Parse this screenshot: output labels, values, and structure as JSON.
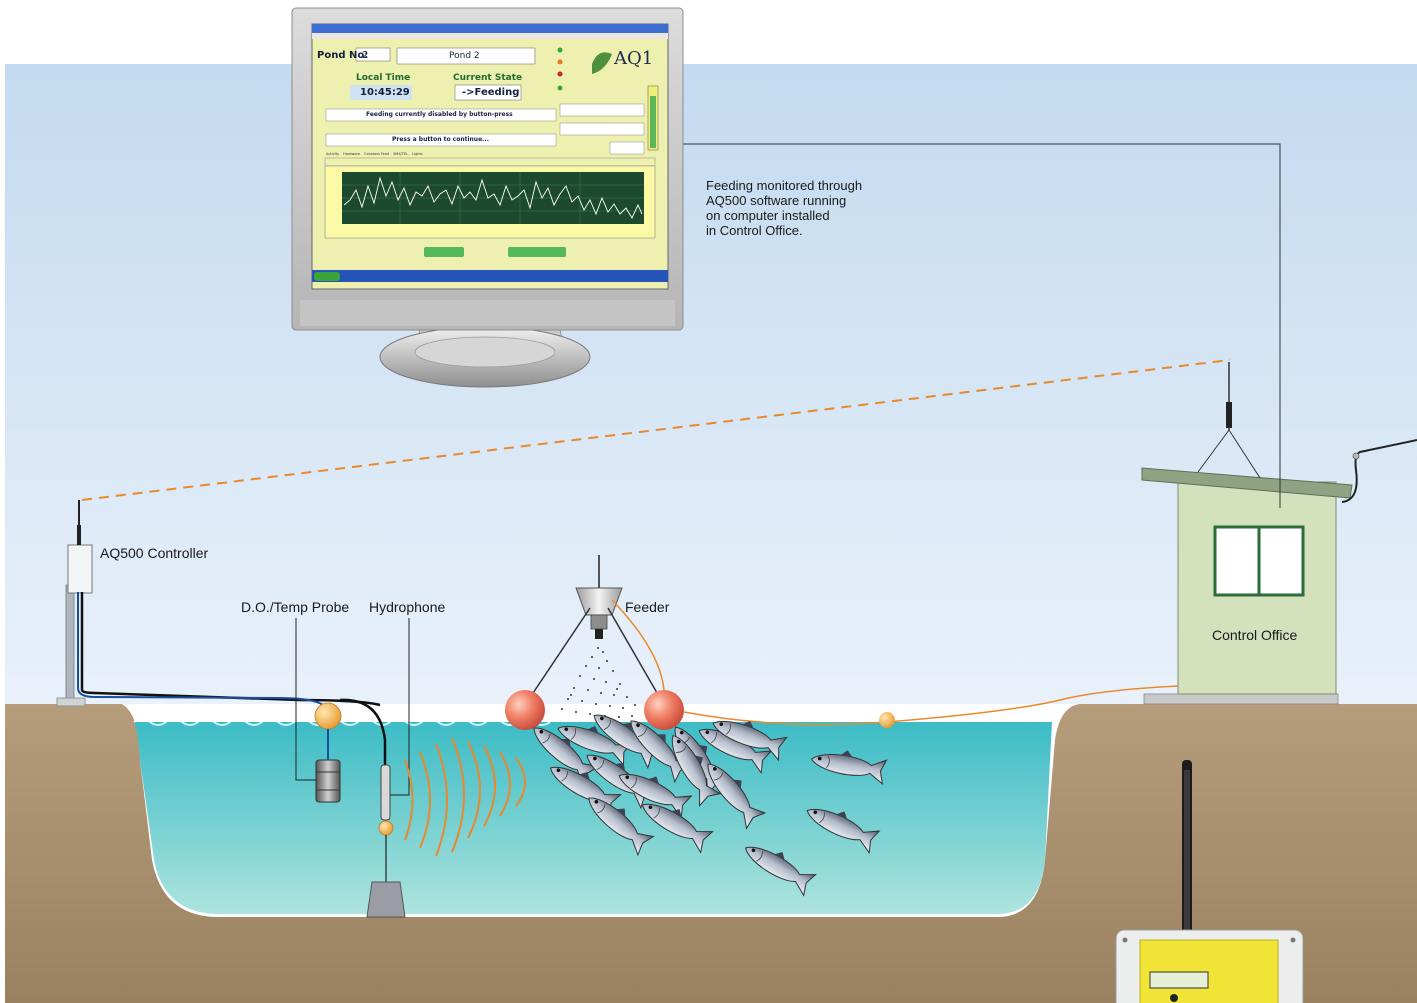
{
  "labels": {
    "controller": "AQ500 Controller",
    "probe": "D.O./Temp Probe",
    "hydrophone": "Hydrophone",
    "feeder": "Feeder",
    "office": "Control Office"
  },
  "note_lines": [
    "Feeding monitored through",
    "AQ500 software running",
    "on computer installed",
    "in Control Office."
  ],
  "screen": {
    "pond_no_label": "Pond No:",
    "pond_no_value": "2",
    "pond_name": "Pond 2",
    "local_time_label": "Local Time",
    "local_time_value": "10:45:29",
    "state_label": "Current State",
    "state_value": "->Feeding",
    "message_1": "Feeding currently disabled by button-press",
    "message_2": "Press a button to continue...",
    "logo": "AQ1",
    "tabs": [
      "Activity",
      "Hardware",
      "Constant Feed",
      "SMS/TEL",
      "Lights"
    ]
  },
  "colors": {
    "sky": "#c9def2",
    "ground": "#a8906f",
    "water": "#4ec4c8",
    "radio_link": "#e8892d",
    "office_wall": "#d4e1bd",
    "office_roof": "#8fa383",
    "screen_bg": "#f3f5b9",
    "float": "#ee8a6e",
    "cable": "#1f2f5c"
  }
}
